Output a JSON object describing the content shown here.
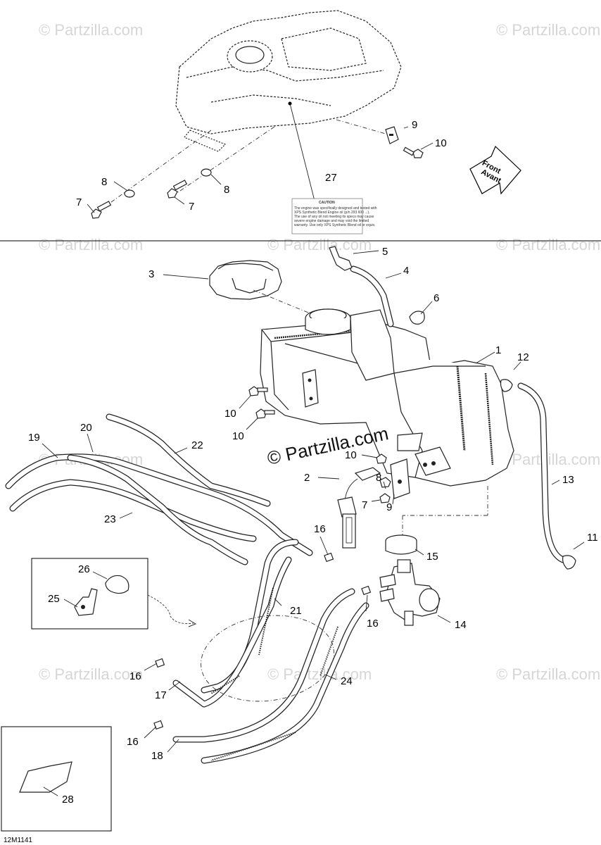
{
  "diagram": {
    "code": "12M1141",
    "watermark": "© Partzilla.com",
    "brand_watermark": "© Partzilla.com",
    "front_arrow": [
      "Front",
      "Avant"
    ],
    "caution_label": {
      "title": "CAUTION",
      "lines": [
        "The engine was specifically designed and tested with",
        "XPS Synthetic Blend Engine oil (p/n 293 600 ...).",
        "The use of any oil not meeting its specs may cause",
        "severe engine damage and may void the limited",
        "warranty. Use only XPS Synthetic Blend oil or equiv."
      ]
    },
    "callouts": {
      "c1": "1",
      "c2": "2",
      "c3": "3",
      "c4": "4",
      "c5": "5",
      "c6": "6",
      "c7a": "7",
      "c7b": "7",
      "c7c": "7",
      "c8a": "8",
      "c8b": "8",
      "c8c": "8",
      "c9a": "9",
      "c9b": "9",
      "c10a": "10",
      "c10b": "10",
      "c10c": "10",
      "c10d": "10",
      "c11": "11",
      "c12": "12",
      "c13": "13",
      "c14": "14",
      "c15": "15",
      "c16a": "16",
      "c16b": "16",
      "c16c": "16",
      "c16d": "16",
      "c17": "17",
      "c18": "18",
      "c19": "19",
      "c20": "20",
      "c21": "21",
      "c22": "22",
      "c23": "23",
      "c24": "24",
      "c25": "25",
      "c26": "26",
      "c27": "27",
      "c28": "28"
    }
  }
}
